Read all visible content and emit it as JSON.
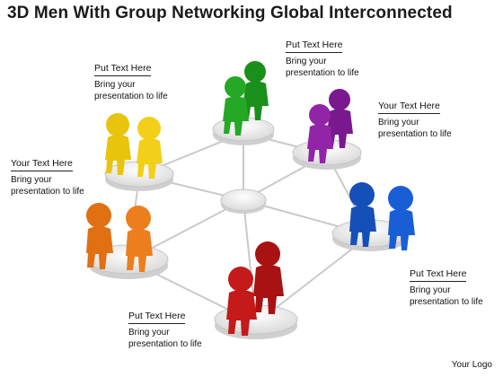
{
  "title": "3D Men With Group Networking Global Interconnected",
  "logo": "Your Logo",
  "labels": [
    {
      "heading": "Put Text Here",
      "line1": "Bring your",
      "line2": "presentation to life"
    },
    {
      "heading": "Put Text Here",
      "line1": "Bring your",
      "line2": "presentation to life"
    },
    {
      "heading": "Your Text Here",
      "line1": "Bring your",
      "line2": "presentation to life"
    },
    {
      "heading": "Your Text Here",
      "line1": "Bring your",
      "line2": "presentation to life"
    },
    {
      "heading": "Put Text Here",
      "line1": "Bring your",
      "line2": "presentation to life"
    },
    {
      "heading": "Put Text Here",
      "line1": "Bring your",
      "line2": "presentation to life"
    }
  ],
  "colors": {
    "green": "#22a022",
    "purple": "#8a1c9e",
    "blue": "#1556c8",
    "red": "#c01818",
    "orange": "#e8781a",
    "yellow": "#f0cc10",
    "platform": "#e6e6e6",
    "connector": "#c9c9c9"
  }
}
